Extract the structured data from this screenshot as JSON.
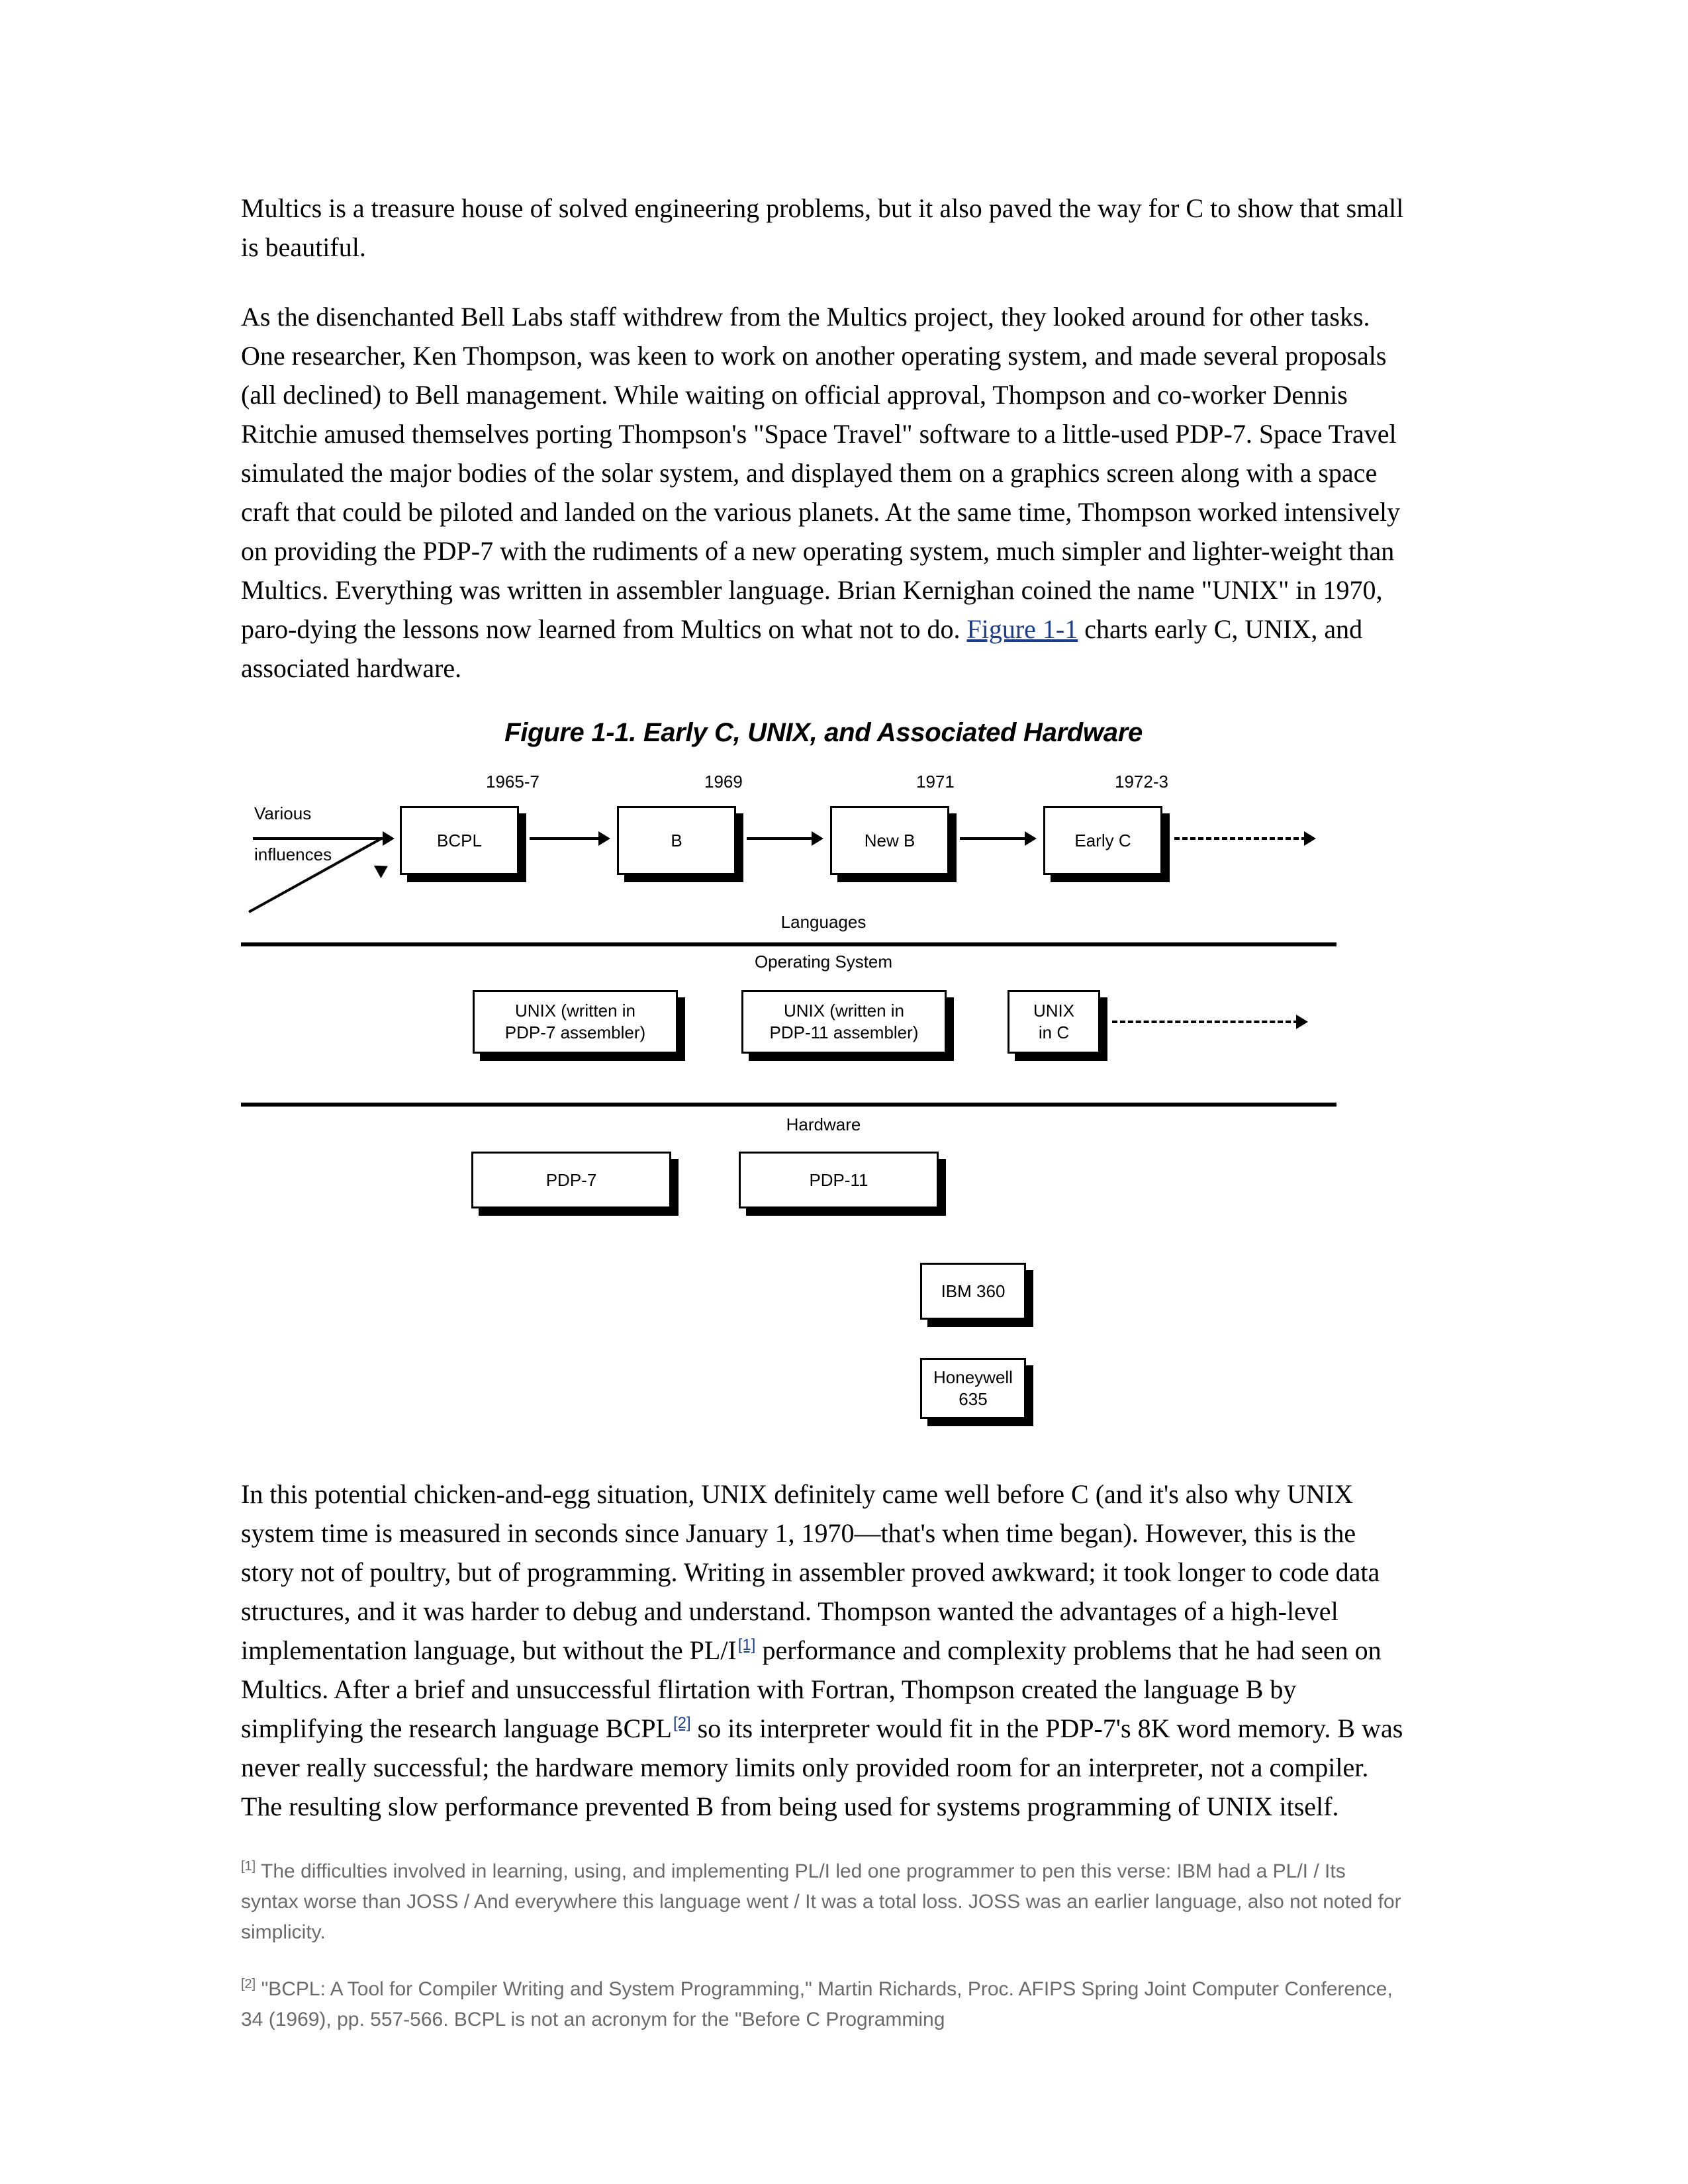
{
  "document": {
    "paragraphs": [
      {
        "id": "p1",
        "text": "Multics is a treasure house of solved engineering problems, but it also paved the way for C to show that small is beautiful."
      },
      {
        "id": "p2",
        "text_before_link": "As the disenchanted Bell Labs staff withdrew from the Multics project, they looked around for other tasks. One researcher, Ken Thompson, was keen to work on another operating system, and made several proposals (all declined) to Bell management. While waiting on official approval, Thompson and co-worker Dennis Ritchie amused themselves porting Thompson's \"Space Travel\" software to a little-used PDP-7. Space Travel simulated the major bodies of the solar system, and displayed them on a graphics screen along with a space craft that could be piloted and landed on the various planets. At the same time, Thompson worked intensively on providing the PDP-7 with the rudiments of a new operating system, much simpler and lighter-weight than Multics. Everything was written in assembler language. Brian Kernighan coined the name \"UNIX\" in 1970, paro-dying the lessons now learned from Multics on what not to do. ",
        "link_text": "Figure 1-1",
        "text_after_link": " charts early C, UNIX, and associated hardware."
      }
    ],
    "paragraph_after_figure": {
      "seg1": "In this potential chicken-and-egg situation, UNIX definitely came well before C (and it's also why UNIX system time is measured in seconds since January 1, 1970—that's when time began). However, this is the story not of poultry, but of programming. Writing in assembler proved awkward; it took longer to code data structures, and it was harder to debug and understand. Thompson wanted the advantages of a high-level implementation language, but without the PL/I",
      "ref1": "[1]",
      "seg2": " performance and complexity problems that he had seen on Multics. After a brief and unsuccessful flirtation with Fortran, Thompson created the language B by simplifying the research language BCPL",
      "ref2": "[2]",
      "seg3": " so its interpreter would fit in the PDP-7's 8K word memory. B was never really successful; the hardware memory limits only provided room for an interpreter, not a compiler. The resulting slow performance prevented B from being used for systems programming of UNIX itself."
    },
    "footnotes": [
      {
        "marker": "[1]",
        "text": "The difficulties involved in learning, using, and implementing PL/I led one programmer to pen this verse: IBM had a PL/I / Its syntax worse than JOSS / And everywhere this language went / It was a total loss. JOSS was an earlier language, also not noted for simplicity."
      },
      {
        "marker": "[2]",
        "text": "\"BCPL: A Tool for Compiler Writing and System Programming,\" Martin Richards, Proc. AFIPS Spring Joint Computer Conference, 34 (1969), pp. 557-566. BCPL is not an acronym for the \"Before C Programming"
      }
    ]
  },
  "figure": {
    "title": "Figure 1-1. Early C, UNIX, and Associated Hardware",
    "years": [
      "1965-7",
      "1969",
      "1971",
      "1972-3"
    ],
    "influences_label_line1": "Various",
    "influences_label_line2": "influences",
    "language_boxes": [
      "BCPL",
      "B",
      "New B",
      "Early C"
    ],
    "band_labels": {
      "languages": "Languages",
      "operating_system": "Operating System",
      "hardware": "Hardware"
    },
    "os_boxes": [
      {
        "line1": "UNIX (written in",
        "line2": "PDP-7 assembler)"
      },
      {
        "line1": "UNIX (written in",
        "line2": "PDP-11 assembler)"
      },
      {
        "line1": "UNIX",
        "line2": "in C"
      }
    ],
    "hardware_boxes": [
      {
        "line1": "PDP-7",
        "line2": ""
      },
      {
        "line1": "PDP-11",
        "line2": ""
      },
      {
        "line1": "IBM 360",
        "line2": ""
      },
      {
        "line1": "Honeywell",
        "line2": "635"
      }
    ]
  },
  "colors": {
    "link": "#1a3d8f",
    "footnote_text": "#6b6b6b",
    "ink": "#000000",
    "paper": "#ffffff"
  }
}
